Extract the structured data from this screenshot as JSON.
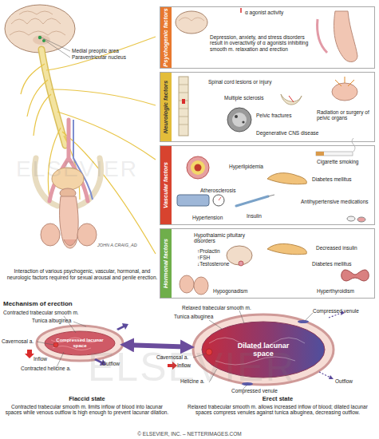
{
  "diagram": {
    "caption": "Interaction of various psychogenic, vascular, hormonal, and neurologic factors required for sexual arousal and penile erection.",
    "nodes": [
      {
        "text": [
          "Psychogenic factors",
          "α agonist activity",
          "Depression, anxiety, and stress disorders result in overactivity of α agonists inhibiting smooth m. relaxation and erection"
        ]
      },
      {
        "text": [
          "Neurologic factors",
          "Spinal cord lesions or injury",
          "Multiple sclerosis",
          "Pelvic fractures",
          "Radiation or surgery of pelvic organs",
          "Degenerative CNS disease"
        ]
      },
      {
        "text": [
          "Vascular factors",
          "Hyperlipidemia",
          "Cigarette smoking",
          "Atherosclerosis",
          "Diabetes mellitus",
          "Insulin",
          "Hypertension",
          "Antihypertensive medications"
        ]
      },
      {
        "text": [
          "Hormonal factors",
          "Hypothalamic pituitary disorders",
          "↑Prolactin",
          "↑FSH",
          "↓Testosterone",
          "Decreased insulin",
          "Diabetes mellitus",
          "Hypogonadism",
          "Hyperthyroidism"
        ]
      },
      {
        "text": [
          "Compressed lacunar space"
        ]
      },
      {
        "text": [
          "Dilated lacunar space"
        ]
      }
    ],
    "edges": [
      {
        "from": 4,
        "to": 5,
        "arrow": "both"
      }
    ],
    "labels": [
      "Medial preoptic area",
      "Paraventricular nucleus",
      "JOHN A.CRAIG_AD",
      "ELSEVIER",
      "Mechanism of erection",
      "Contracted trabecular smooth m.",
      "Tunica albuginea",
      "Cavernosal a.",
      "Inflow",
      "Contracted helicine a.",
      "Outflow",
      "Relaxed trabecular smooth m.",
      "Tunica albuginea",
      "Compressed venule",
      "Cavernosal a.",
      "Inflow",
      "Helicine a.",
      "Compressed venule",
      "Outflow",
      "Flaccid state",
      "Contracted trabecular smooth m. limits inflow of blood into lacunar spaces while venous outflow is high enough to prevent lacunar dilation.",
      "Erect state",
      "Relaxed trabecular smooth m. allows increased inflow of blood; dilated lacunar spaces compress venules against tunica albuginea, decreasing outflow.",
      "ELSEVIER",
      "© ELSEVIER, INC. – NETTERIMAGES.COM"
    ]
  }
}
